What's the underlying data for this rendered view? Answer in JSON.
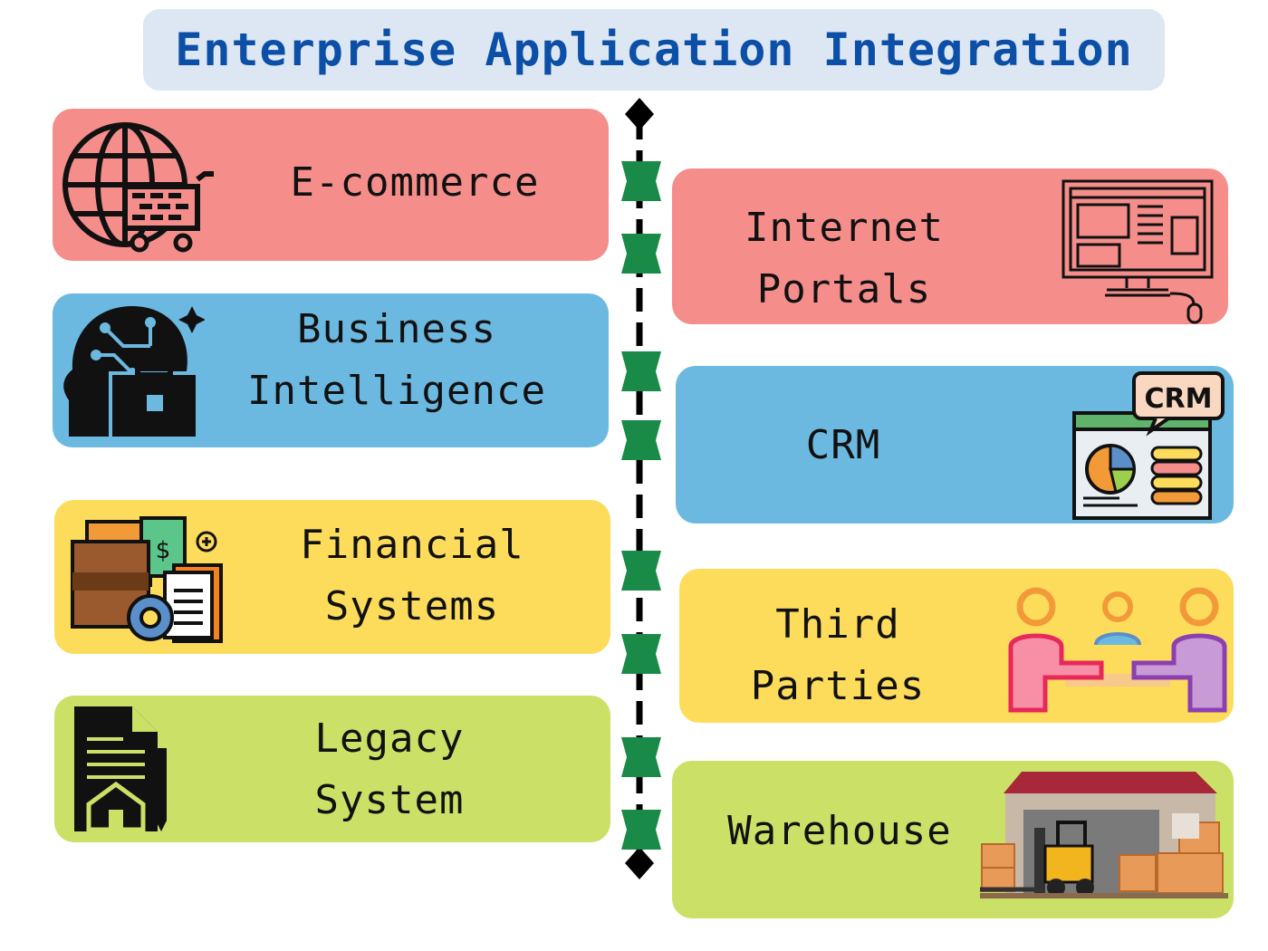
{
  "title": "Enterprise Application Integration",
  "colors": {
    "title_bg": "#dde7f4",
    "title_text": "#0b4fa6",
    "red": "#f58e8b",
    "blue": "#6bb9e1",
    "yellow": "#fddc5c",
    "green": "#cbe067",
    "connector": "#1a8a48"
  },
  "left_items": [
    {
      "label": "E-commerce",
      "icon": "globe-cart-icon",
      "color": "red"
    },
    {
      "label": "Business\nIntelligence",
      "icon": "mind-briefcase-icon",
      "color": "blue"
    },
    {
      "label": "Financial\nSystems",
      "icon": "finance-documents-icon",
      "color": "yellow"
    },
    {
      "label": "Legacy\nSystem",
      "icon": "document-house-icon",
      "color": "green"
    }
  ],
  "right_items": [
    {
      "label": "Internet\nPortals",
      "icon": "computer-portal-icon",
      "color": "red"
    },
    {
      "label": "CRM",
      "icon": "crm-dashboard-icon",
      "color": "blue",
      "icon_text": "CRM"
    },
    {
      "label": "Third\nParties",
      "icon": "meeting-people-icon",
      "color": "yellow"
    },
    {
      "label": "Warehouse",
      "icon": "warehouse-forklift-icon",
      "color": "green"
    }
  ]
}
